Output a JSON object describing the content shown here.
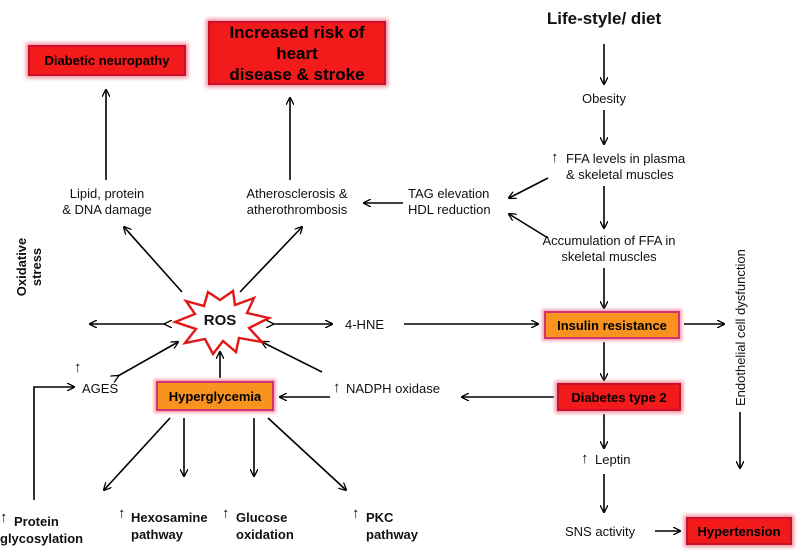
{
  "boxes": {
    "diabetic_neuropathy": "Diabetic neuropathy",
    "heart_risk_line1": "Increased risk of heart",
    "heart_risk_line2": "disease & stroke",
    "hyperglycemia": "Hyperglycemia",
    "insulin_resistance": "Insulin resistance",
    "diabetes_type2": "Diabetes type 2",
    "hypertension": "Hypertension"
  },
  "ros_label": "ROS",
  "labels": {
    "lifestyle": "Life-style/ diet",
    "obesity": "Obesity",
    "ffa_line1": "FFA  levels in plasma",
    "ffa_line2": "& skeletal muscles",
    "accum_line1": "Accumulation of FFA  in",
    "accum_line2": "skeletal muscles",
    "tag_line1": "TAG elevation",
    "tag_line2": "HDL reduction",
    "athero_line1": "Atherosclerosis &",
    "athero_line2": "atherothrombosis",
    "lipid_line1": "Lipid, protein",
    "lipid_line2": "& DNA damage",
    "oxidative_line1": "Oxidative",
    "oxidative_line2": "stress",
    "hne": "4-HNE",
    "ages": "AGES",
    "nadph": "NADPH oxidase",
    "endothelial": "Endothelial cell dysfunction",
    "leptin": "Leptin",
    "sns": "SNS activity",
    "protein_line1": "Protein",
    "protein_line2": "glycosylation",
    "hexosamine_line1": "Hexosamine",
    "hexosamine_line2": "pathway",
    "glucose_line1": "Glucose",
    "glucose_line2": "oxidation",
    "pkc_line1": "PKC",
    "pkc_line2": "pathway",
    "up_arrow": "↑"
  }
}
